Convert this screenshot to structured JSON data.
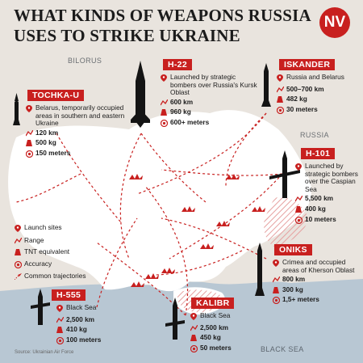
{
  "title_line1": "WHAT KINDS OF WEAPONS RUSSIA",
  "title_line2": "USES TO STRIKE UKRAINE",
  "logo": "NV",
  "countries": {
    "belarus": "BILORUS",
    "russia": "RUSSIA",
    "sea": "BLACK SEA"
  },
  "source": "Source: Ukrainian Air Force",
  "legend": {
    "launch_sites": "Launch sites",
    "range": "Range",
    "tnt": "TNT equivalent",
    "accuracy": "Accuracy",
    "trajectories": "Common trajectories"
  },
  "weapons": {
    "tochka": {
      "name": "TOCHKA-U",
      "site": "Belarus, temporarily occupied areas in southern and eastern Ukraine",
      "range": "120 km",
      "tnt": "500 kg",
      "accuracy": "150 meters"
    },
    "h22": {
      "name": "H-22",
      "site": "Launched by strategic bombers over Russia's Kursk Oblast",
      "range": "600 km",
      "tnt": "960 kg",
      "accuracy": "600+ meters"
    },
    "iskander": {
      "name": "ISKANDER",
      "site": "Russia and Belarus",
      "range": "500–700 km",
      "tnt": "482 kg",
      "accuracy": "30 meters"
    },
    "h101": {
      "name": "H-101",
      "site": "Launched by strategic bombers over the Caspian Sea",
      "range": "5,500 km",
      "tnt": "400 kg",
      "accuracy": "10 meters"
    },
    "oniks": {
      "name": "ONIKS",
      "site": "Crimea and occupied areas of Kherson Oblast",
      "range": "800 km",
      "tnt": "300 kg",
      "accuracy": "1,5+ meters"
    },
    "h555": {
      "name": "H-555",
      "site": "Black Sea",
      "range": "2,500 km",
      "tnt": "410 kg",
      "accuracy": "100 meters"
    },
    "kalibr": {
      "name": "KALIBR",
      "site": "Black Sea",
      "range": "2,500 km",
      "tnt": "450 kg",
      "accuracy": "50 meters"
    }
  },
  "colors": {
    "accent": "#c8201f",
    "ukraine": "#ffffff",
    "sea": "#b8c7d3",
    "land": "#e9e4de"
  }
}
